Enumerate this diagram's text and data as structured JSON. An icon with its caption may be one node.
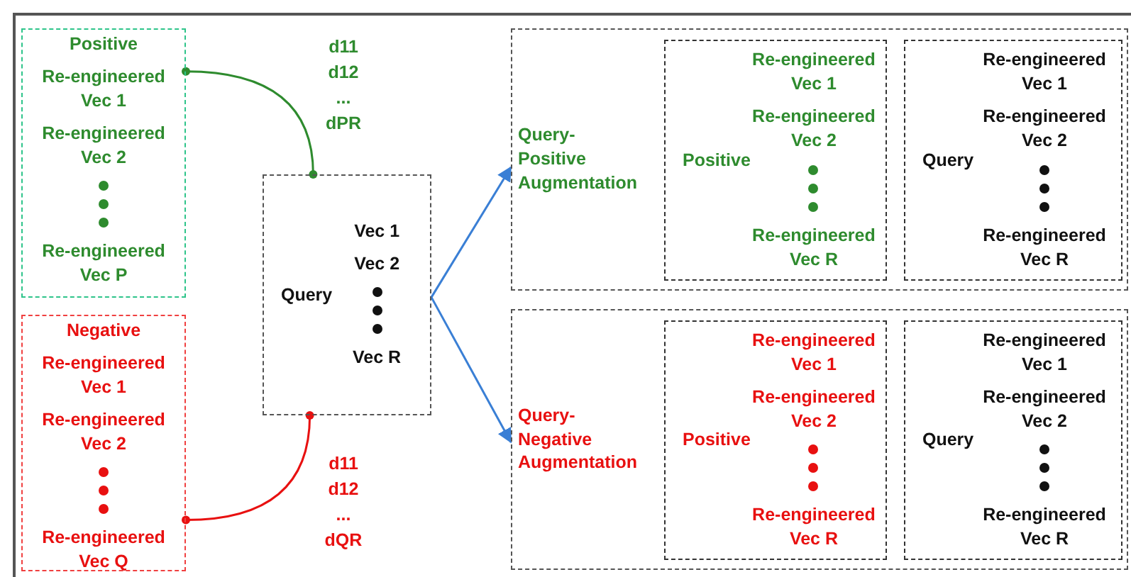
{
  "diagram": {
    "nodes": [
      {
        "text": [
          "Positive",
          "Re-engineered Vec 1",
          "Re-engineered Vec 2",
          "Re-engineered Vec P"
        ]
      },
      {
        "text": [
          "Negative",
          "Re-engineered Vec 1",
          "Re-engineered Vec 2",
          "Re-engineered Vec Q"
        ]
      },
      {
        "text": [
          "Query",
          "Vec 1",
          "Vec 2",
          "Vec R"
        ]
      },
      {
        "text": [
          "Query-Positive Augmentation"
        ]
      },
      {
        "text": [
          "Positive",
          "Re-engineered Vec 1",
          "Re-engineered Vec 2",
          "Re-engineered Vec R"
        ],
        "in": 3
      },
      {
        "text": [
          "Query",
          "Re-engineered Vec 1",
          "Re-engineered Vec 2",
          "Re-engineered Vec R"
        ],
        "in": 3
      },
      {
        "text": [
          "Query-Negative Augmentation"
        ]
      },
      {
        "text": [
          "Positive",
          "Re-engineered Vec 1",
          "Re-engineered Vec 2",
          "Re-engineered Vec R"
        ],
        "in": 6
      },
      {
        "text": [
          "Query",
          "Re-engineered Vec 1",
          "Re-engineered Vec 2",
          "Re-engineered Vec R"
        ],
        "in": 6
      }
    ],
    "edges": [
      {
        "from": 0,
        "to": 2,
        "arrow": "other",
        "label": "d11 d12 ... dPR",
        "color": "#2e8b2e"
      },
      {
        "from": 1,
        "to": 2,
        "arrow": "other",
        "label": "d11 d12 ... dQR",
        "color": "#e81010"
      },
      {
        "from": 2,
        "to": 3,
        "arrow": "to",
        "color": "#3a7fd5"
      },
      {
        "from": 2,
        "to": 6,
        "arrow": "to",
        "color": "#3a7fd5"
      }
    ]
  }
}
